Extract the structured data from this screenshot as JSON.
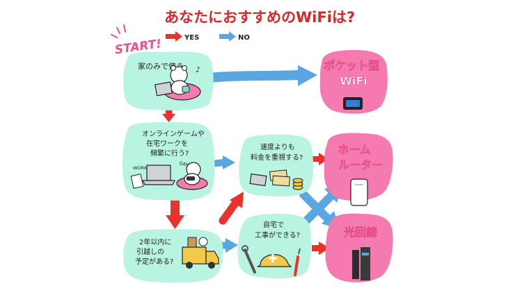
{
  "title": "あなたにおすすめのWiFiは?",
  "start_label": "START!",
  "legend": {
    "yes_label": "YES",
    "no_label": "NO",
    "yes_color": "#e8322d",
    "no_color": "#5aa6e3"
  },
  "colors": {
    "question_bg": "#b9f3e1",
    "result_bg": "#f57ab0"
  },
  "questions": {
    "q1": [
      "家のみで使う"
    ],
    "q2": [
      "オンラインゲームや",
      "在宅ワークを",
      "頻繁に行う?"
    ],
    "q3": [
      "速度よりも",
      "料金を重視する?"
    ],
    "q4": [
      "2年以内に",
      "引越しの",
      "予定がある?"
    ],
    "q5": [
      "自宅で",
      "工事ができる?"
    ]
  },
  "illustration_labels": {
    "work": "WORK",
    "game": "GAME"
  },
  "results": {
    "pocket": [
      "ポケット型",
      "WiFi"
    ],
    "home": [
      "ホーム",
      "ルーター"
    ],
    "hikari": [
      "光回線"
    ]
  }
}
